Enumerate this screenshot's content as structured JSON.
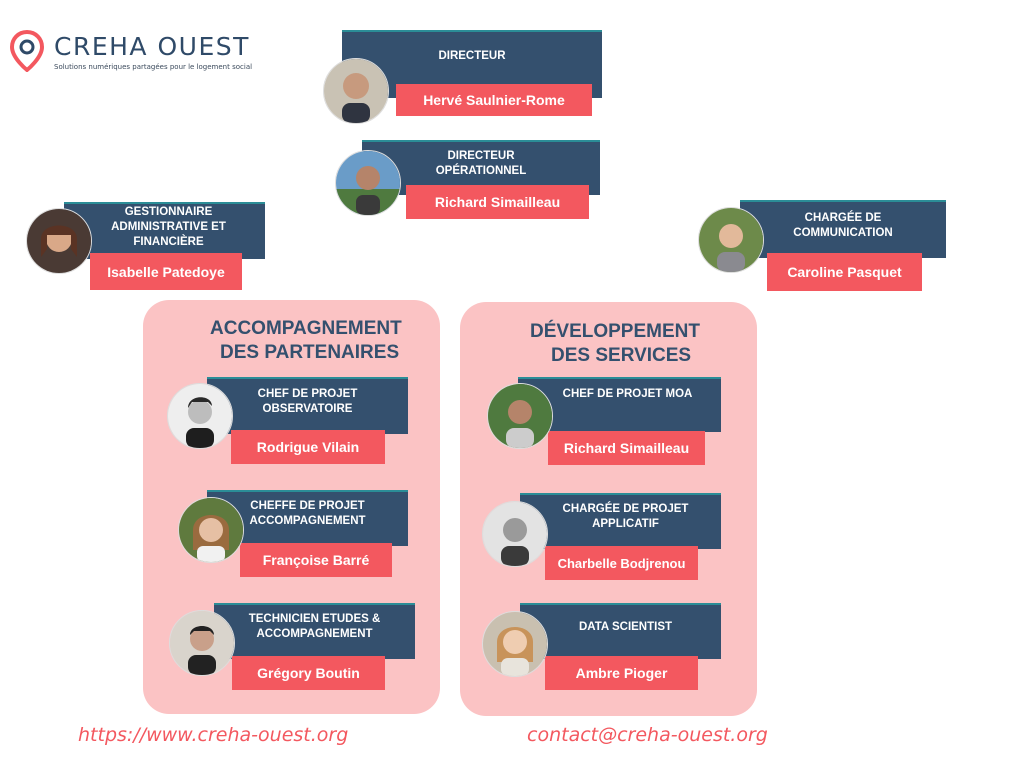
{
  "logo": {
    "name": "CREHA OUEST",
    "tagline": "Solutions numériques partagées pour le logement social",
    "color": "#f3585f"
  },
  "colors": {
    "role_bg": "#34506e",
    "name_bg": "#f3585f",
    "panel_bg": "#fbc3c4"
  },
  "top": {
    "director": {
      "role": "DIRECTEUR",
      "name": "Hervé Saulnier-Rome"
    },
    "ops_director": {
      "role": "DIRECTEUR OPÉRATIONNEL",
      "name": "Richard Simailleau"
    },
    "admin": {
      "role": "GESTIONNAIRE ADMINISTRATIVE ET FINANCIÈRE",
      "name": "Isabelle Patedoye"
    },
    "comms": {
      "role": "CHARGÉE DE COMMUNICATION",
      "name": "Caroline Pasquet"
    }
  },
  "panels": [
    {
      "title_line1": "ACCOMPAGNEMENT",
      "title_line2": "DES PARTENAIRES",
      "members": [
        {
          "role": "CHEF DE PROJET OBSERVATOIRE",
          "name": "Rodrigue Vilain"
        },
        {
          "role": "CHEFFE DE PROJET ACCOMPAGNEMENT",
          "name": "Françoise Barré"
        },
        {
          "role": "TECHNICIEN ETUDES & ACCOMPAGNEMENT",
          "name": "Grégory Boutin"
        }
      ]
    },
    {
      "title_line1": "DÉVELOPPEMENT",
      "title_line2": "DES SERVICES",
      "members": [
        {
          "role": "CHEF DE PROJET MOA",
          "name": "Richard Simailleau"
        },
        {
          "role": "CHARGÉE DE PROJET APPLICATIF",
          "name": "Charbelle Bodjrenou"
        },
        {
          "role": "DATA SCIENTIST",
          "name": "Ambre Pioger"
        }
      ]
    }
  ],
  "footer": {
    "website": "https://www.creha-ouest.org",
    "email": "contact@creha-ouest.org"
  }
}
